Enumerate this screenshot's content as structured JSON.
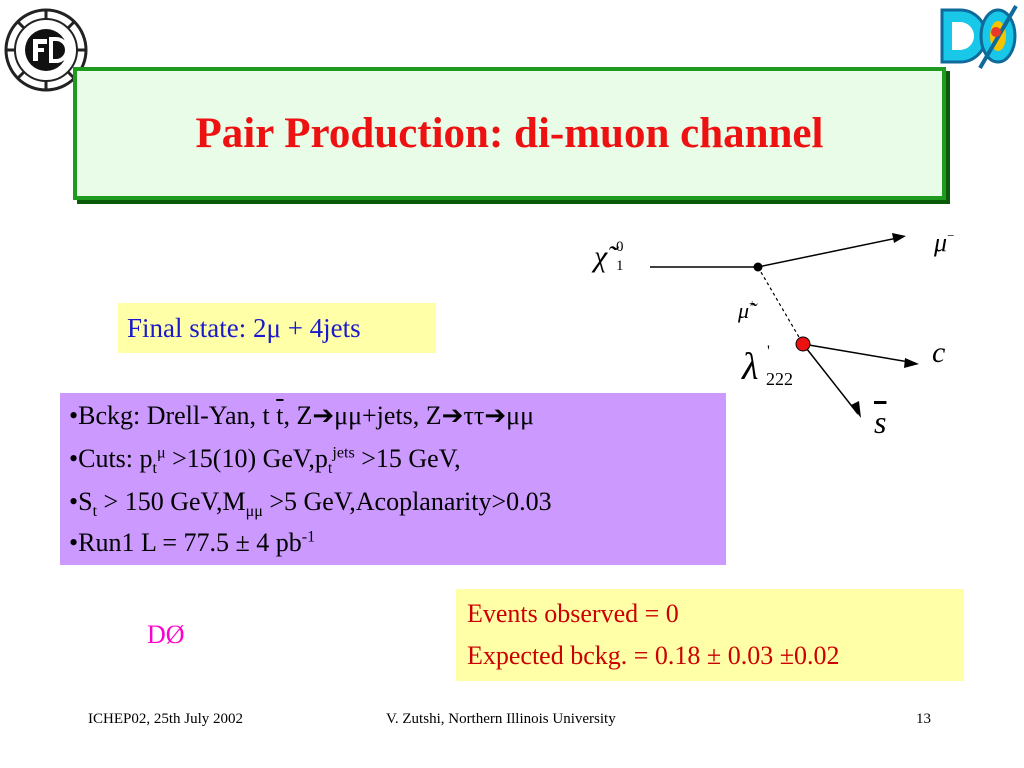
{
  "title": "Pair Production: di-muon channel",
  "final_state": {
    "text": "Final state: 2μ + 4jets"
  },
  "cuts": {
    "l1_prefix": "•Bckg: Drell-Yan, t ",
    "l1_tbar": "t",
    "l1_rest": ", Z➔μμ+jets, Z➔ττ➔μμ",
    "l2_a": "•Cuts: p",
    "l2_t": "t",
    "l2_mu": "μ",
    "l2_b": " >15(10) GeV,p",
    "l2_t2": "t",
    "l2_jets": "jets",
    "l2_c": " >15 GeV,",
    "l3_a": "•S",
    "l3_t": "t",
    "l3_b": " > 150 GeV,M",
    "l3_mumu": "μμ",
    "l3_c": " >5 GeV,Acoplanarity>0.03",
    "l4_a": "•Run1 L = 77.5 ± 4 pb",
    "l4_exp": "-1"
  },
  "events": {
    "line1": "Events observed = 0",
    "line2": "Expected bckg. = 0.18 ± 0.03 ±0.02"
  },
  "d0_label": "DØ",
  "diagram": {
    "chi": "χ̃",
    "chi_sup": "0",
    "chi_sub": "1",
    "mu_minus": "μ",
    "mu_minus_sup": "−",
    "smu": "μ̃",
    "smu_sup": "+",
    "lambda": "λ",
    "lambda_sup": "'",
    "lambda_sub": "222",
    "c": "c",
    "sbar": "s"
  },
  "footer": {
    "left": "ICHEP02, 25th July 2002",
    "center": "V. Zutshi, Northern Illinois University",
    "right": "13"
  },
  "colors": {
    "title": "#ee1111",
    "title_bg": "#e8fce8",
    "title_border": "#1e9a1e",
    "final_text": "#1a1acc",
    "yellow_box": "#ffffa8",
    "purple_box": "#cc99ff",
    "events_text": "#cc0000",
    "d0_label": "#ff00cc"
  },
  "icons": [
    "fermilab-logo",
    "d0-logo"
  ]
}
